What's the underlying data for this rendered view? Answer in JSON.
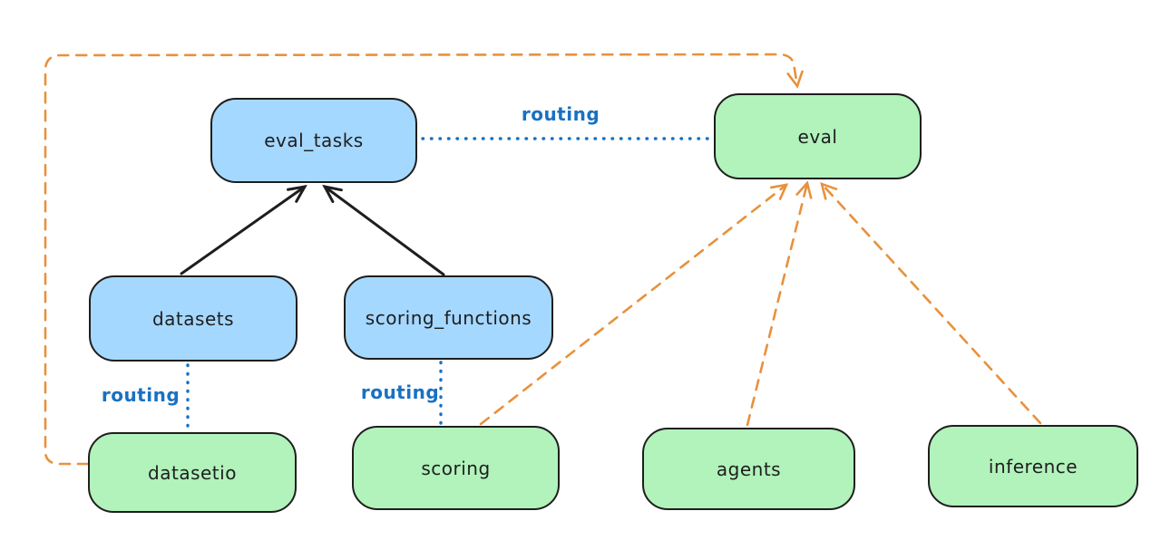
{
  "diagram": {
    "nodes": {
      "eval_tasks": {
        "label": "eval_tasks"
      },
      "eval": {
        "label": "eval"
      },
      "datasets": {
        "label": "datasets"
      },
      "scoring_functions": {
        "label": "scoring_functions"
      },
      "datasetio": {
        "label": "datasetio"
      },
      "scoring": {
        "label": "scoring"
      },
      "agents": {
        "label": "agents"
      },
      "inference": {
        "label": "inference"
      }
    },
    "edge_labels": {
      "eval_tasks_to_eval": {
        "label": "routing"
      },
      "datasets_to_datasetio": {
        "label": "routing"
      },
      "scoring_functions_to_scoring": {
        "label": "routing"
      }
    },
    "colors": {
      "blue_fill": "#a5d8ff",
      "green_fill": "#b2f2bb",
      "stroke": "#1e1e1e",
      "routing_blue": "#1971c2",
      "orange": "#e8913d",
      "background": "#ffffff"
    }
  }
}
